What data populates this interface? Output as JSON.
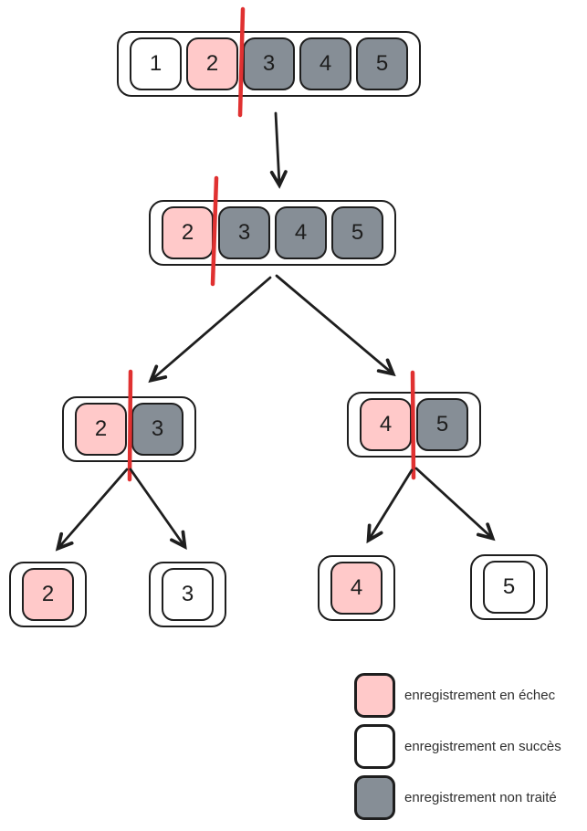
{
  "diagram": {
    "colors": {
      "failure_fill": "#ffc9c9",
      "success_fill": "#ffffff",
      "untreated_fill": "#868e96",
      "stroke": "#1e1e1e",
      "split_line": "#e03131"
    },
    "batches": {
      "level1": {
        "cells": [
          {
            "label": "1",
            "status": "success"
          },
          {
            "label": "2",
            "status": "failure"
          },
          {
            "label": "3",
            "status": "untreated"
          },
          {
            "label": "4",
            "status": "untreated"
          },
          {
            "label": "5",
            "status": "untreated"
          }
        ]
      },
      "level2": {
        "cells": [
          {
            "label": "2",
            "status": "failure"
          },
          {
            "label": "3",
            "status": "untreated"
          },
          {
            "label": "4",
            "status": "untreated"
          },
          {
            "label": "5",
            "status": "untreated"
          }
        ]
      },
      "level3_left": {
        "cells": [
          {
            "label": "2",
            "status": "failure"
          },
          {
            "label": "3",
            "status": "untreated"
          }
        ]
      },
      "level3_right": {
        "cells": [
          {
            "label": "4",
            "status": "failure"
          },
          {
            "label": "5",
            "status": "untreated"
          }
        ]
      },
      "level4_a": {
        "cells": [
          {
            "label": "2",
            "status": "failure"
          }
        ]
      },
      "level4_b": {
        "cells": [
          {
            "label": "3",
            "status": "success"
          }
        ]
      },
      "level4_c": {
        "cells": [
          {
            "label": "4",
            "status": "failure"
          }
        ]
      },
      "level4_d": {
        "cells": [
          {
            "label": "5",
            "status": "success"
          }
        ]
      }
    },
    "legend": {
      "items": [
        {
          "status": "failure",
          "label": "enregistrement en échec"
        },
        {
          "status": "success",
          "label": "enregistrement en succès"
        },
        {
          "status": "untreated",
          "label": "enregistrement non traité"
        }
      ]
    }
  }
}
